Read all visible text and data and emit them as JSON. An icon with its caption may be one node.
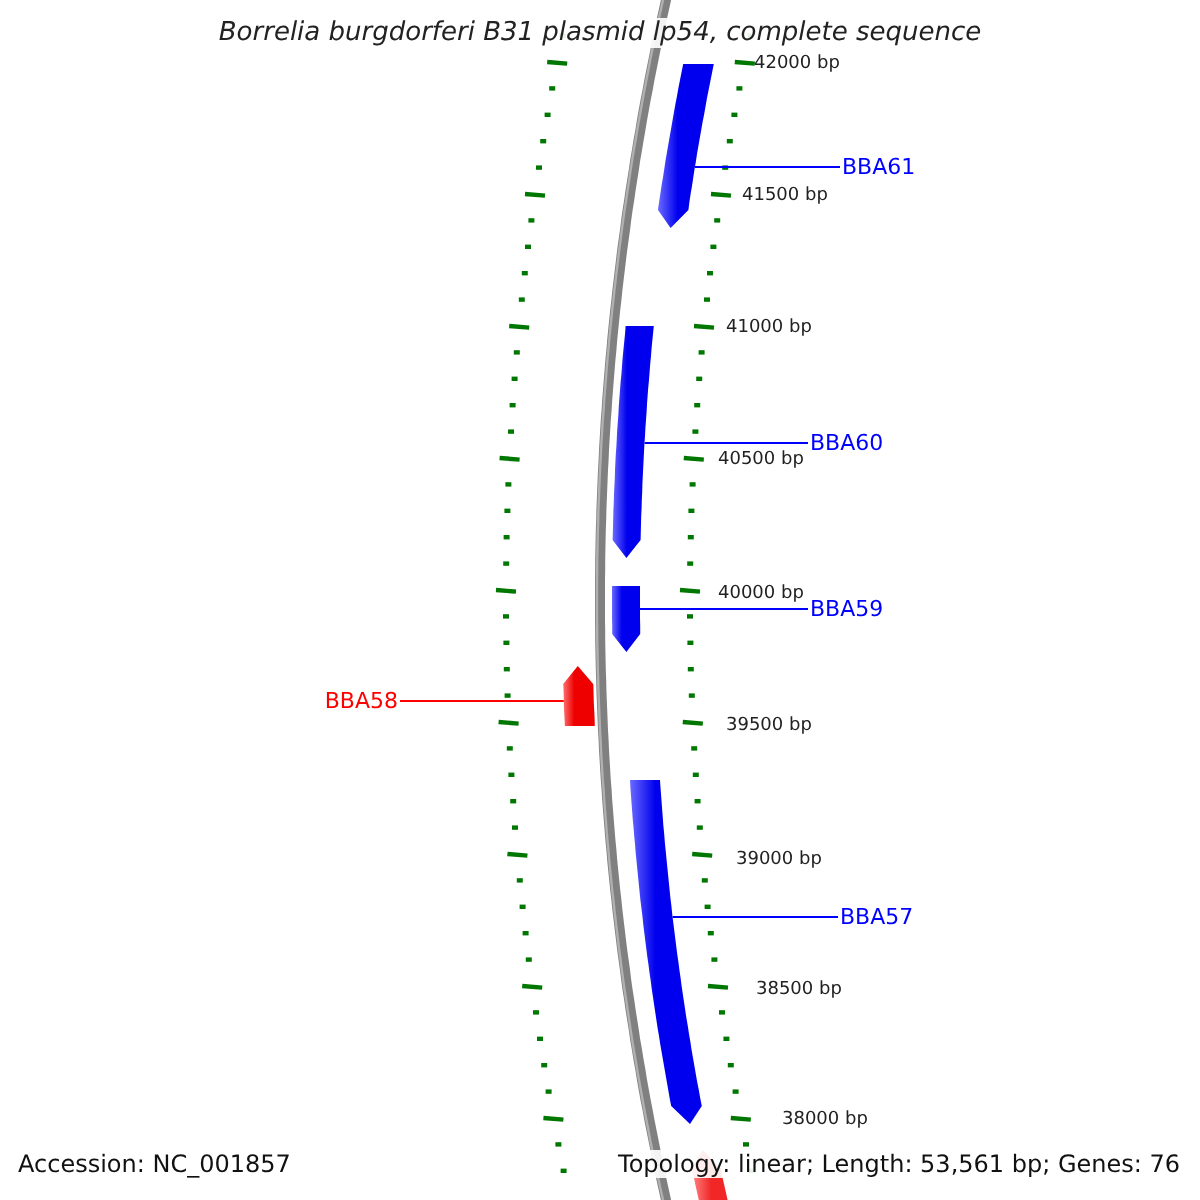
{
  "diagram": {
    "title": "Borrelia burgdorferi B31 plasmid lp54, complete sequence",
    "nodes": [
      {
        "text": [
          "BBA61"
        ]
      },
      {
        "text": [],
        "shape": "arrow"
      },
      {
        "text": [
          "BBA60"
        ]
      },
      {
        "text": [],
        "shape": "arrow"
      },
      {
        "text": [
          "BBA59"
        ]
      },
      {
        "text": [],
        "shape": "arrow"
      },
      {
        "text": [
          "BBA58"
        ]
      },
      {
        "text": [],
        "shape": "arrow"
      },
      {
        "text": [
          "BBA57"
        ]
      },
      {
        "text": [],
        "shape": "arrow"
      }
    ],
    "edges": [
      {
        "from": 0,
        "to": 1,
        "arrow": "none"
      },
      {
        "from": 2,
        "to": 3,
        "arrow": "none"
      },
      {
        "from": 4,
        "to": 5,
        "arrow": "none"
      },
      {
        "from": 6,
        "to": 7,
        "arrow": "none",
        "color": "#ff0000"
      },
      {
        "from": 8,
        "to": 9,
        "arrow": "none"
      }
    ],
    "labels": [
      "42000 bp",
      "41500 bp",
      "41000 bp",
      "40500 bp",
      "40000 bp",
      "39500 bp",
      "39000 bp",
      "38500 bp",
      "38000 bp",
      "Accession: NC_001857",
      "Topology: linear; Length: 53,561 bp; Genes: 76"
    ]
  }
}
